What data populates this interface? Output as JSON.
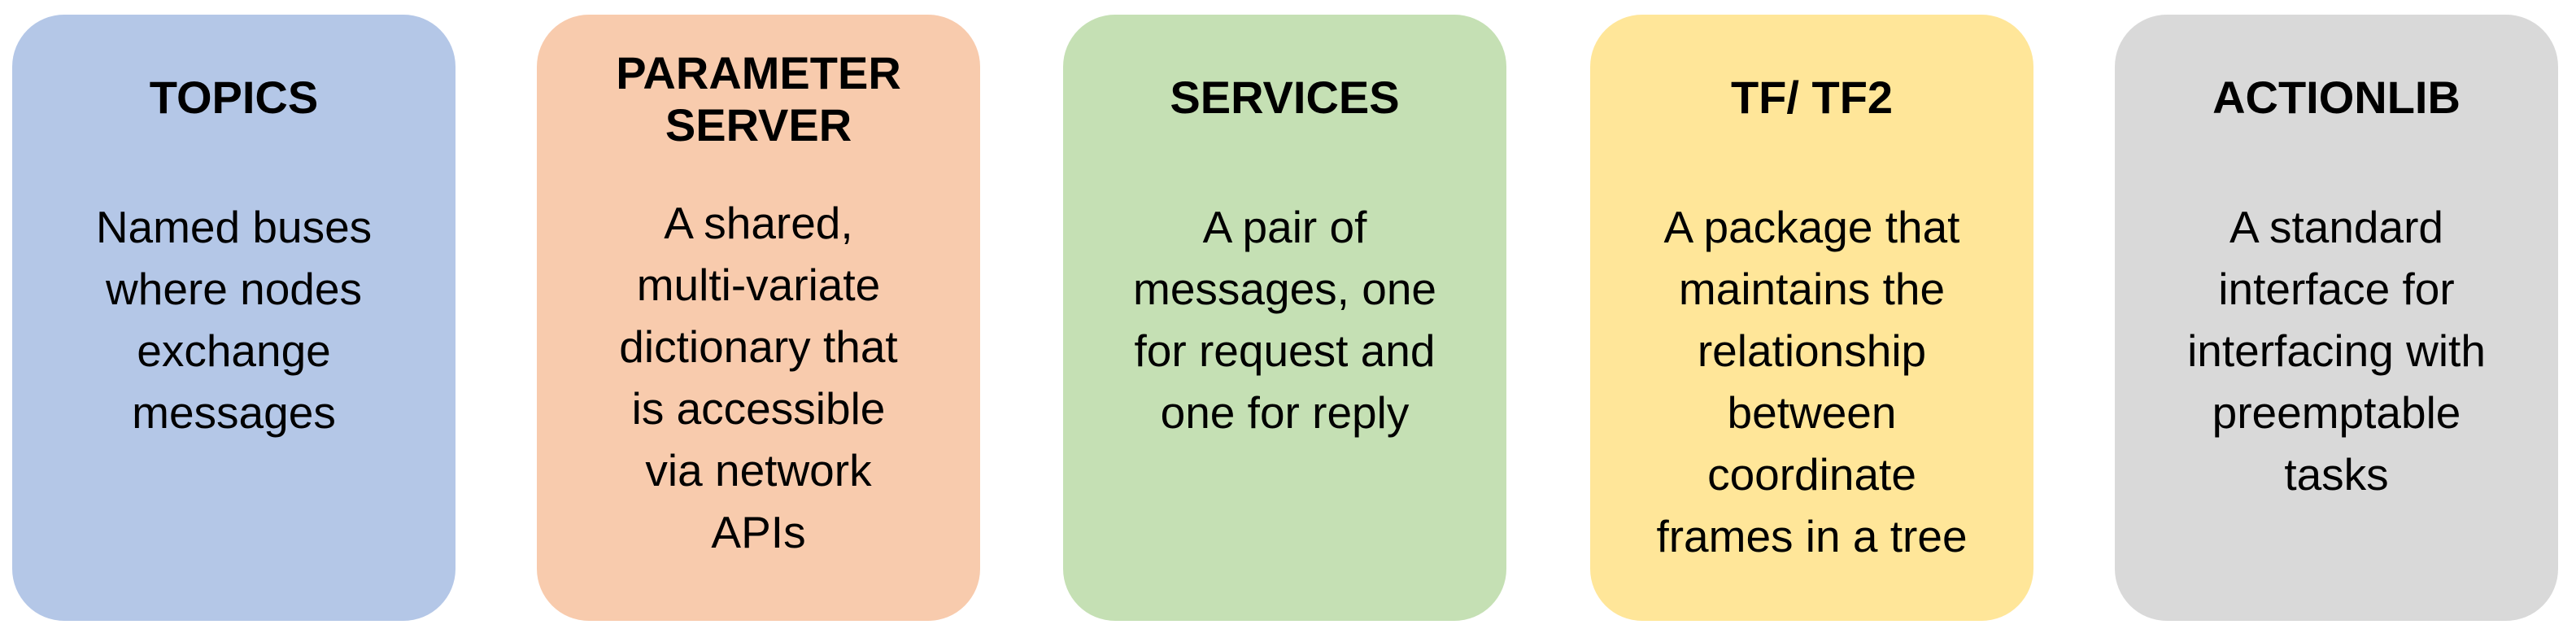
{
  "cards": [
    {
      "title": "TOPICS",
      "description": "Named buses\nwhere nodes\nexchange\nmessages",
      "color": "#b4c7e7"
    },
    {
      "title": "PARAMETER\nSERVER",
      "description": "A shared,\nmulti-variate\ndictionary that\nis accessible\nvia network\nAPIs",
      "color": "#f8cbad"
    },
    {
      "title": "SERVICES",
      "description": "A pair of\nmessages, one\nfor request and\none for reply",
      "color": "#c5e0b4"
    },
    {
      "title": "TF/ TF2",
      "description": "A package that\nmaintains the\nrelationship\nbetween\ncoordinate\nframes in a tree",
      "color": "#ffe699"
    },
    {
      "title": "ACTIONLIB",
      "description": "A standard\ninterface for\ninterfacing with\npreemptable\ntasks",
      "color": "#d9d9d9"
    }
  ]
}
